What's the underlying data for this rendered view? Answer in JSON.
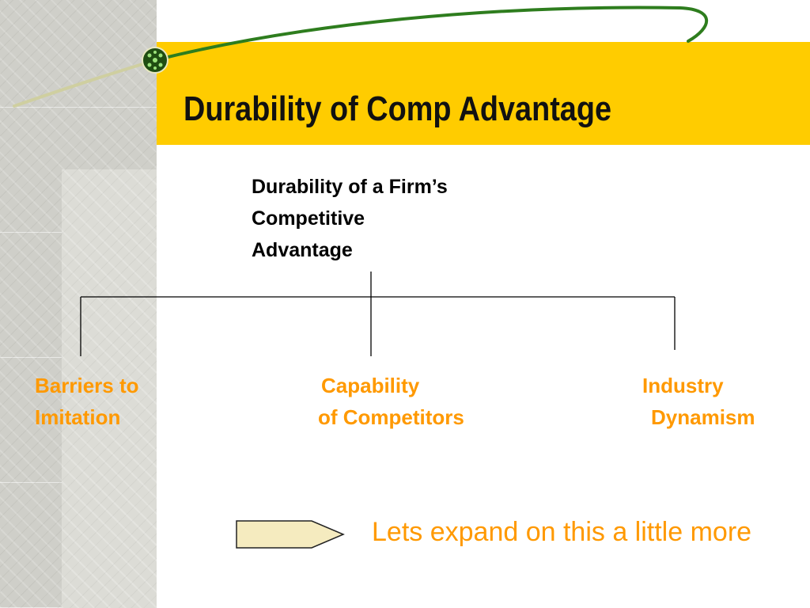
{
  "slide": {
    "title": "Durability of Comp Advantage"
  },
  "diagram": {
    "root": {
      "lines": [
        "Durability of a Firm’s",
        "Competitive",
        "Advantage"
      ]
    },
    "children": [
      {
        "lines": [
          "Barriers to",
          "Imitation"
        ]
      },
      {
        "lines": [
          "Capability",
          "of Competitors"
        ]
      },
      {
        "lines": [
          "Industry",
          "Dynamism"
        ]
      }
    ]
  },
  "note": {
    "text": "Lets expand on this a little more"
  },
  "colors": {
    "title_bar": "#ffcc00",
    "accent_text": "#ff9900",
    "arrow_fill": "#f5ebbf",
    "decor_curve": "#2e7d1e"
  },
  "icons": {
    "bullet": "green-globe-icon",
    "arrow": "pentagon-arrow-icon"
  }
}
